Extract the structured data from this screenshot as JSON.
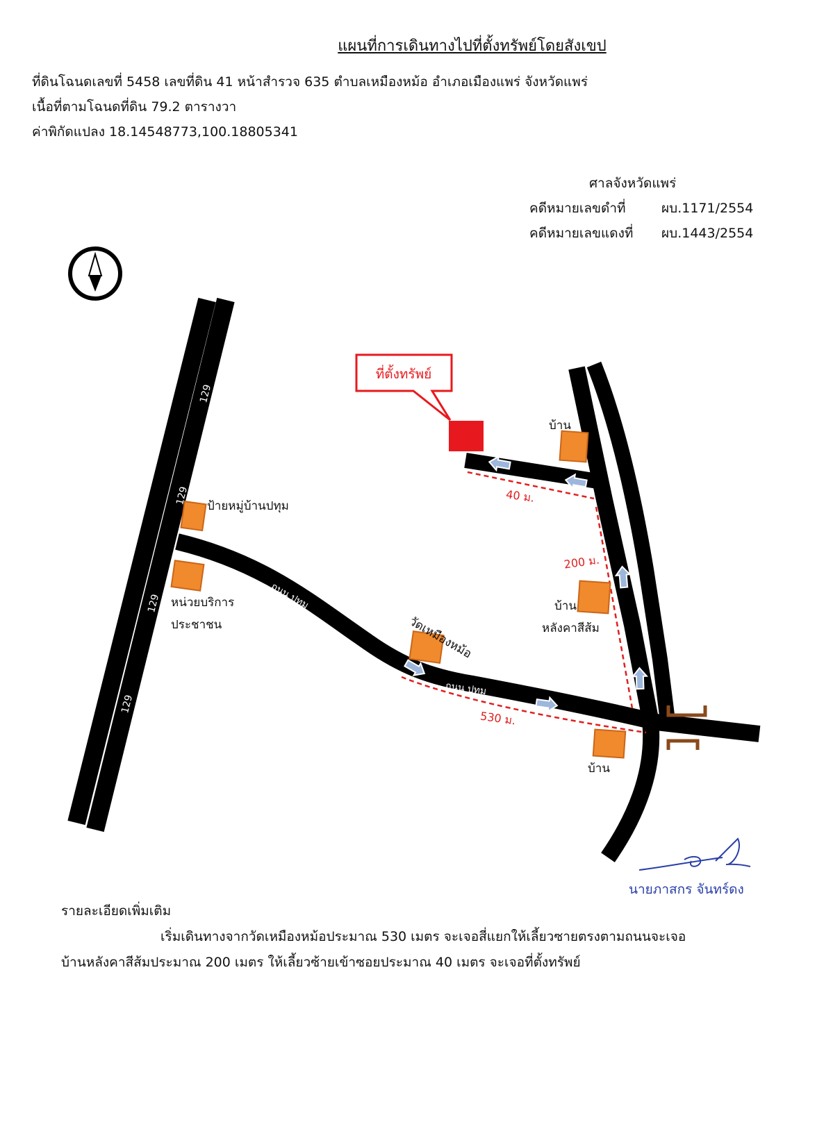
{
  "header": {
    "title": "แผนที่การเดินทางไปที่ตั้งทรัพย์โดยสังเขป",
    "line1": "ที่ดินโฉนดเลขที่  5458  เลขที่ดิน     41  หน้าสำรวจ 635  ตำบลเหมืองหม้อ อำเภอเมืองแพร่ จังหวัดแพร่",
    "line2": "เนื้อที่ตามโฉนดที่ดิน  79.2 ตารางวา",
    "line3": "ค่าพิกัดแปลง 18.14548773,100.18805341"
  },
  "court": {
    "name": "ศาลจังหวัดแพร่",
    "black_case_label": "คดีหมายเลขดำที่",
    "black_case_value": "ผบ.1171/2554",
    "red_case_label": "คดีหมายเลขแดงที่",
    "red_case_value": "ผบ.1443/2554"
  },
  "map": {
    "highway_labels": [
      "129",
      "129",
      "129",
      "129"
    ],
    "property_callout": "ที่ตั้งทรัพย์",
    "landmarks": {
      "village_sign": "ป้ายหมู่บ้านปทุม",
      "service_unit_line1": "หน่วยบริการ",
      "service_unit_line2": "ประชาชน",
      "temple": "วัดเหมืองหม้อ",
      "house_top": "บ้าน",
      "house_orange_line1": "บ้าน",
      "house_orange_line2": "หลังคาสีส้ม",
      "house_bottom": "บ้าน"
    },
    "road_labels": {
      "patum_upper": "ถนน ปทุม",
      "patum_lower": "ถนน ปทุม"
    },
    "distances": {
      "d40": "40 ม.",
      "d200": "200 ม.",
      "d530": "530 ม."
    },
    "colors": {
      "road": "#000000",
      "building": "#f08a2c",
      "building_edge": "#c9661a",
      "property": "#e8191e",
      "route": "#e02020",
      "arrow": "#7f9fd0",
      "bridge": "#8a4a1c"
    },
    "compass": "north-arrow"
  },
  "signature": {
    "name": "นายภาสกร จันทร์ดง"
  },
  "notes": {
    "heading": "รายละเอียดเพิ่มเติม",
    "line1": "เริ่มเดินทางจากวัดเหมืองหม้อประมาณ 530 เมตร จะเจอสี่แยกให้เลี้ยวซายตรงตามถนนจะเจอ",
    "line2": "บ้านหลังคาสีส้มประมาณ 200 เมตร ให้เลี้ยวซ้ายเข้าซอยประมาณ 40 เมตร จะเจอที่ตั้งทรัพย์"
  }
}
